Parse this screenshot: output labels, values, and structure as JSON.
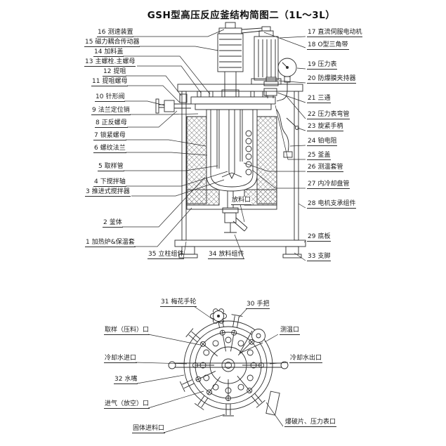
{
  "title": "GSH型高压反应釜结构简图二（1L～3L）",
  "side_view": {
    "left_labels": [
      {
        "num": "16",
        "text": "测速装置"
      },
      {
        "num": "15",
        "text": "磁力耦合传动器"
      },
      {
        "num": "14",
        "text": "加料盖"
      },
      {
        "num": "13",
        "text": "主螺栓.主螺母"
      },
      {
        "num": "12",
        "text": "提咀"
      },
      {
        "num": "11",
        "text": "提咀螺母"
      },
      {
        "num": "10",
        "text": "针形阀"
      },
      {
        "num": "9",
        "text": "法兰定位销"
      },
      {
        "num": "8",
        "text": "正反螺母"
      },
      {
        "num": "7",
        "text": "锁紧螺母"
      },
      {
        "num": "6",
        "text": "螺纹法兰"
      },
      {
        "num": "5",
        "text": "取样管"
      },
      {
        "num": "4",
        "text": "下搅拌轴"
      },
      {
        "num": "3",
        "text": "推进式搅拌器"
      },
      {
        "num": "2",
        "text": "釜体"
      },
      {
        "num": "1",
        "text": "加热炉&保温套"
      }
    ],
    "right_labels": [
      {
        "num": "17",
        "text": "直流伺服电动机"
      },
      {
        "num": "18",
        "text": "O型三角带"
      },
      {
        "num": "19",
        "text": "压力表"
      },
      {
        "num": "20",
        "text": "防爆膜夹持器"
      },
      {
        "num": "21",
        "text": "三通"
      },
      {
        "num": "22",
        "text": "压力表弯管"
      },
      {
        "num": "23",
        "text": "旋紧手柄"
      },
      {
        "num": "24",
        "text": "铂电阻"
      },
      {
        "num": "25",
        "text": "釜盖"
      },
      {
        "num": "26",
        "text": "测温套管"
      },
      {
        "num": "27",
        "text": "内冷却盘管"
      },
      {
        "num": "28",
        "text": "电机支承组件"
      },
      {
        "num": "29",
        "text": "底板"
      },
      {
        "num": "33",
        "text": "支脚"
      }
    ],
    "bottom_labels": [
      {
        "num": "35",
        "text": "立柱组件"
      },
      {
        "num": "34",
        "text": "放料组件"
      }
    ],
    "inline_labels": {
      "discharge_port": "放料口"
    }
  },
  "top_view": {
    "labels": [
      {
        "num": "31",
        "text": "梅花手轮"
      },
      {
        "num": "30",
        "text": "手把"
      },
      {
        "num": "",
        "text": "取样（压料）口"
      },
      {
        "num": "",
        "text": "测温口"
      },
      {
        "num": "",
        "text": "冷却水进口"
      },
      {
        "num": "",
        "text": "冷却水出口"
      },
      {
        "num": "32",
        "text": "水嘴"
      },
      {
        "num": "",
        "text": "进气（放空）口"
      },
      {
        "num": "",
        "text": "爆破片、压力表口"
      },
      {
        "num": "",
        "text": "固体进料口"
      }
    ]
  },
  "colors": {
    "line": "#2b2b2b",
    "background": "#ffffff"
  }
}
